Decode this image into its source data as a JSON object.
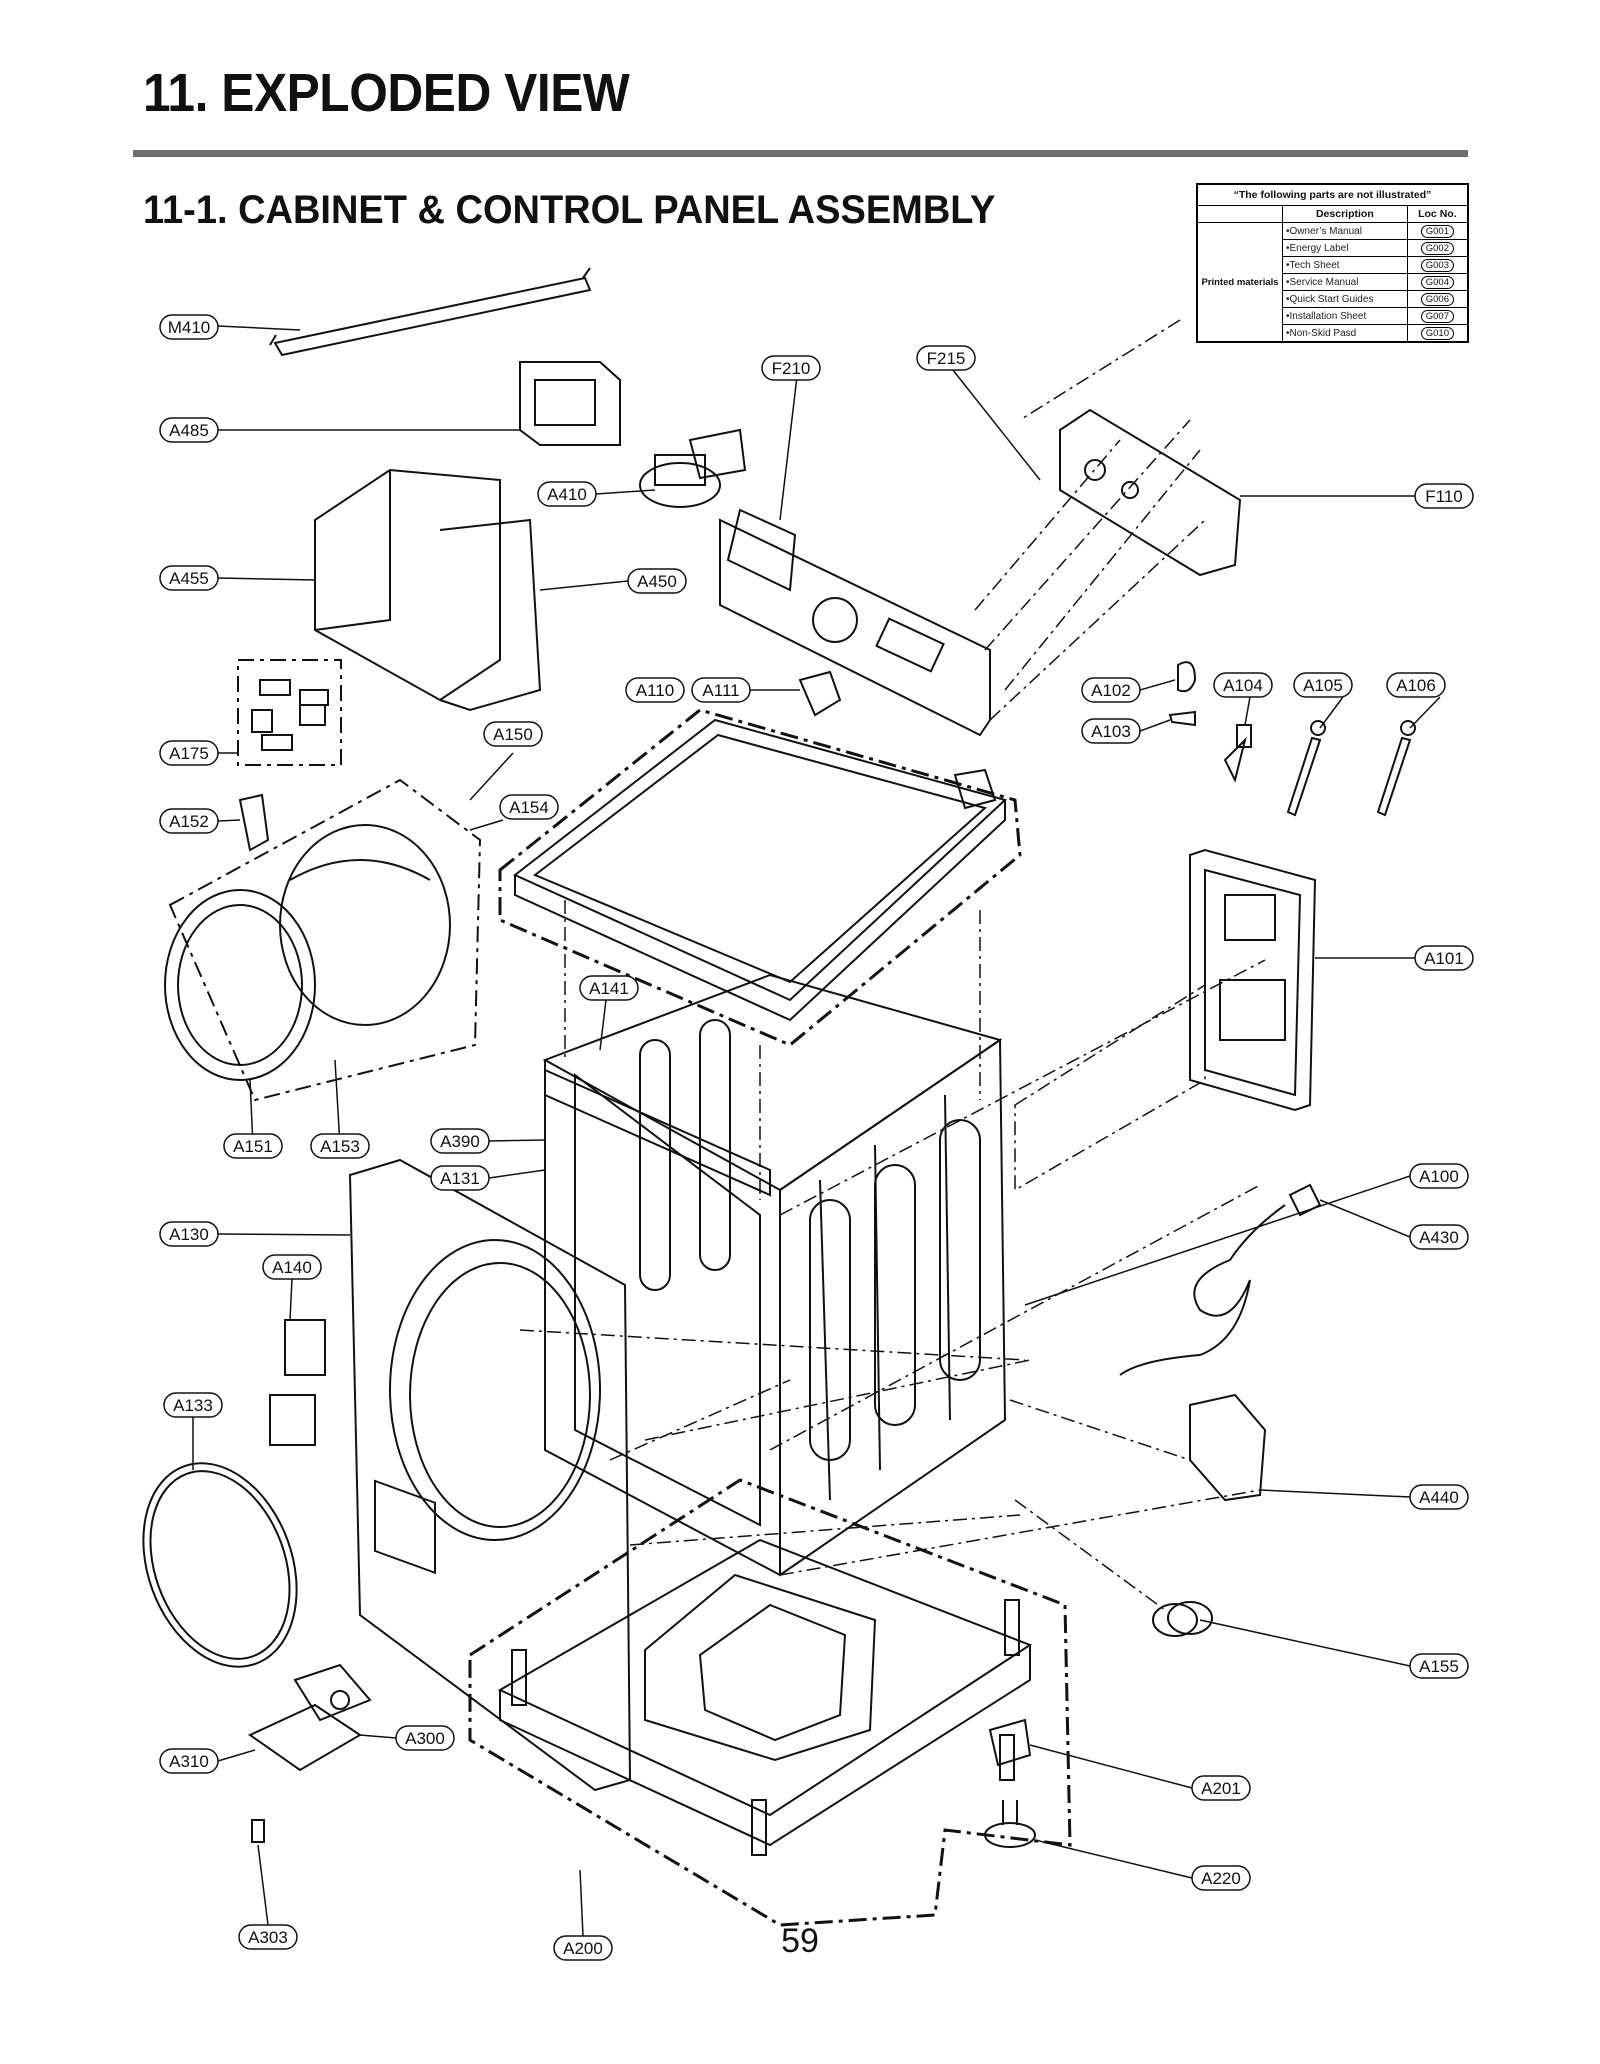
{
  "page": {
    "title": "11. EXPLODED VIEW",
    "subtitle": "11-1.  CABINET & CONTROL PANEL ASSEMBLY",
    "page_number": "59"
  },
  "note_table": {
    "caption": "“The following parts are not illustrated”",
    "header_description": "Description",
    "header_loc": "Loc No.",
    "group": "Printed materials",
    "rows": [
      {
        "desc": "•Owner’s Manual",
        "loc": "G001"
      },
      {
        "desc": "•Energy Label",
        "loc": "G002"
      },
      {
        "desc": "•Tech Sheet",
        "loc": "G003"
      },
      {
        "desc": "•Service Manual",
        "loc": "G004"
      },
      {
        "desc": "•Quick Start Guides",
        "loc": "G006"
      },
      {
        "desc": "•Installation Sheet",
        "loc": "G007"
      },
      {
        "desc": "•Non-Skid Pasd",
        "loc": "G010"
      }
    ]
  },
  "callouts": [
    "M410",
    "A485",
    "A410",
    "F210",
    "F215",
    "F110",
    "A455",
    "A450",
    "A175",
    "A110",
    "A111",
    "A102",
    "A103",
    "A104",
    "A105",
    "A106",
    "A150",
    "A152",
    "A154",
    "A101",
    "A141",
    "A151",
    "A153",
    "A390",
    "A131",
    "A100",
    "A130",
    "A430",
    "A140",
    "A133",
    "A440",
    "A155",
    "A300",
    "A310",
    "A201",
    "A220",
    "A303",
    "A200"
  ]
}
